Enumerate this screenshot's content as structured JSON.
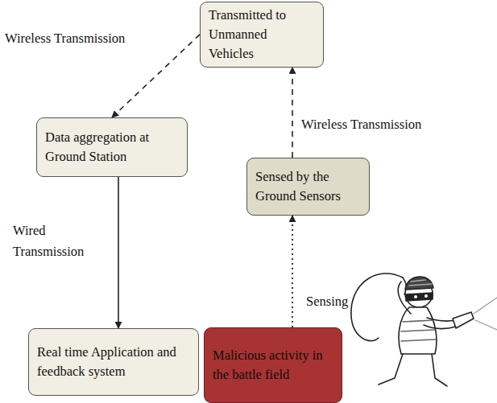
{
  "diagram": {
    "nodes": [
      {
        "text": [
          "Transmitted to Unmanned Vehicles"
        ]
      },
      {
        "text": [
          "Data aggregation at Ground Station"
        ]
      },
      {
        "text": [
          "Sensed by the Ground Sensors"
        ]
      },
      {
        "text": [
          "Real time Application and feedback system"
        ]
      },
      {
        "text": [
          "Malicious activity in the battle field"
        ]
      }
    ],
    "edges": [
      {
        "from": 4,
        "to": 2,
        "label": "Sensing",
        "arrow": "to"
      },
      {
        "from": 2,
        "to": 0,
        "label": "Wireless Transmission",
        "arrow": "to"
      },
      {
        "from": 0,
        "to": 1,
        "label": "Wireless Transmission",
        "arrow": "to"
      },
      {
        "from": 1,
        "to": 3,
        "label": "Wired Transmission",
        "arrow": "to"
      }
    ]
  }
}
